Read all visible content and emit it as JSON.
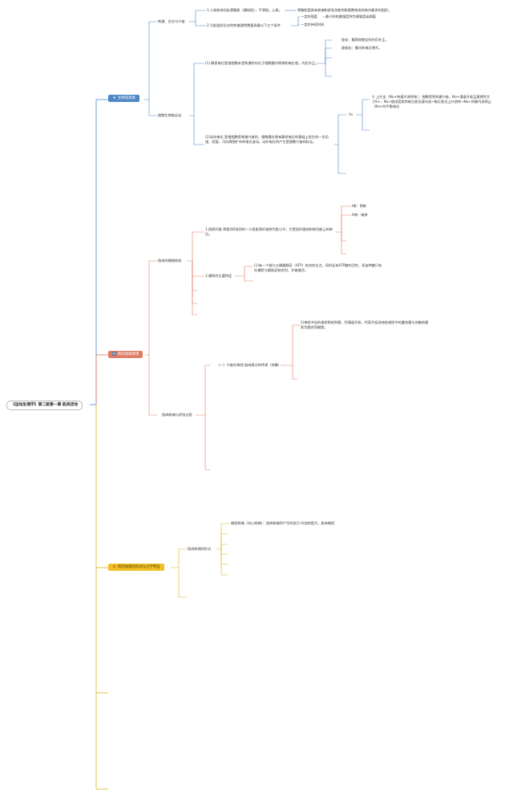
{
  "root": {
    "label": "《运动生理学》第二版第一章 肌肉活动"
  },
  "branches": [
    {
      "label": "生物电现象",
      "icon": "lightning-icon",
      "color": "#4f86c6",
      "children": [
        {
          "label": "刺激、反应与兴奋",
          "children": [
            {
              "text": "1.人体肌肉包括骨骼肌（横纹肌），平滑肌，心肌。"
            },
            {
              "text": "骨骼肌是具有收缩和舒张功能的肌细胞构成的体内最多的组织。"
            },
            {
              "text": "2.引起组织反应的刺激通常需要具备以下三个条件"
            },
            {
              "text": "一定的强度"
            },
            {
              "text": "最小的刺激强度称为阈强度或阈值"
            },
            {
              "text": "一定的持续时间"
            }
          ]
        },
        {
          "label": "细胞生物电运动",
          "children": [
            {
              "text": "(1) 静息电位是指细胞未受刺激时存在于细胞膜内两侧的电位差。内负外正。"
            },
            {
              "text": "极化：膜两侧稳定的内负外正。"
            },
            {
              "text": "超极化：膜内的电位增大。"
            },
            {
              "text": "(2)动作电位 是指细胞受刺激兴奋时，细胞膜在原来静息电位的基础上发生的一次迅速、短暂、可向周围扩布的电位波动。动作电位的产生是细胞兴奋的标志。"
            },
            {
              "text": "Vs"
            },
            {
              "text": "①   上升支（Na+快速内流所致）：细胞受到刺激兴奋，Na+通道开放且通透性大于K+，Na+顺浓度差和电位差迅速内流→电位差迅上升逆转→Na+的静内流停止（Na+的平衡电位"
            }
          ]
        }
      ]
    },
    {
      "label": "肌肉收缩原理",
      "icon": "muscle-icon",
      "color": "#e07b63",
      "children": [
        {
          "label": "肌肉的微细结构",
          "children": [
            {
              "text": "1.肌原纤维 两相邻Z线间的一小段肌原纤维称为肌小节，它是肌纤维结构和功能上的单位。"
            },
            {
              "text": "I带：明带"
            },
            {
              "text": "A带：暗带"
            },
            {
              "text": "3.横桥的主要特征"
            },
            {
              "text": "(1)有一个能与三磷酸腺苷（ATP）结合的位点，同时还有ATP酶的活性，但该种酶只有在横桥与细肌丝结合时，才被激活；"
            }
          ]
        },
        {
          "label": "肌肉收缩与舒张过程",
          "children": [
            {
              "text": "（一）兴奋在神经-肌肉接点的传递（突触）"
            },
            {
              "text": "1)神经冲动的递质释放到膜，钙通道开放，钙离子促进神经递质中的囊泡膜与突触前膜发生融合而破裂；"
            }
          ]
        }
      ]
    },
    {
      "label": "肌肉收缩的形式与力学特征",
      "icon": "star-icon",
      "color": "#f0c028",
      "children": [
        {
          "label": "肌肉收缩的形式",
          "children": [
            {
              "text": "缩短收缩（向心收缩）：肌肉收缩所产生的张力-外加的阻力，肌肉缩短"
            }
          ]
        }
      ]
    }
  ]
}
